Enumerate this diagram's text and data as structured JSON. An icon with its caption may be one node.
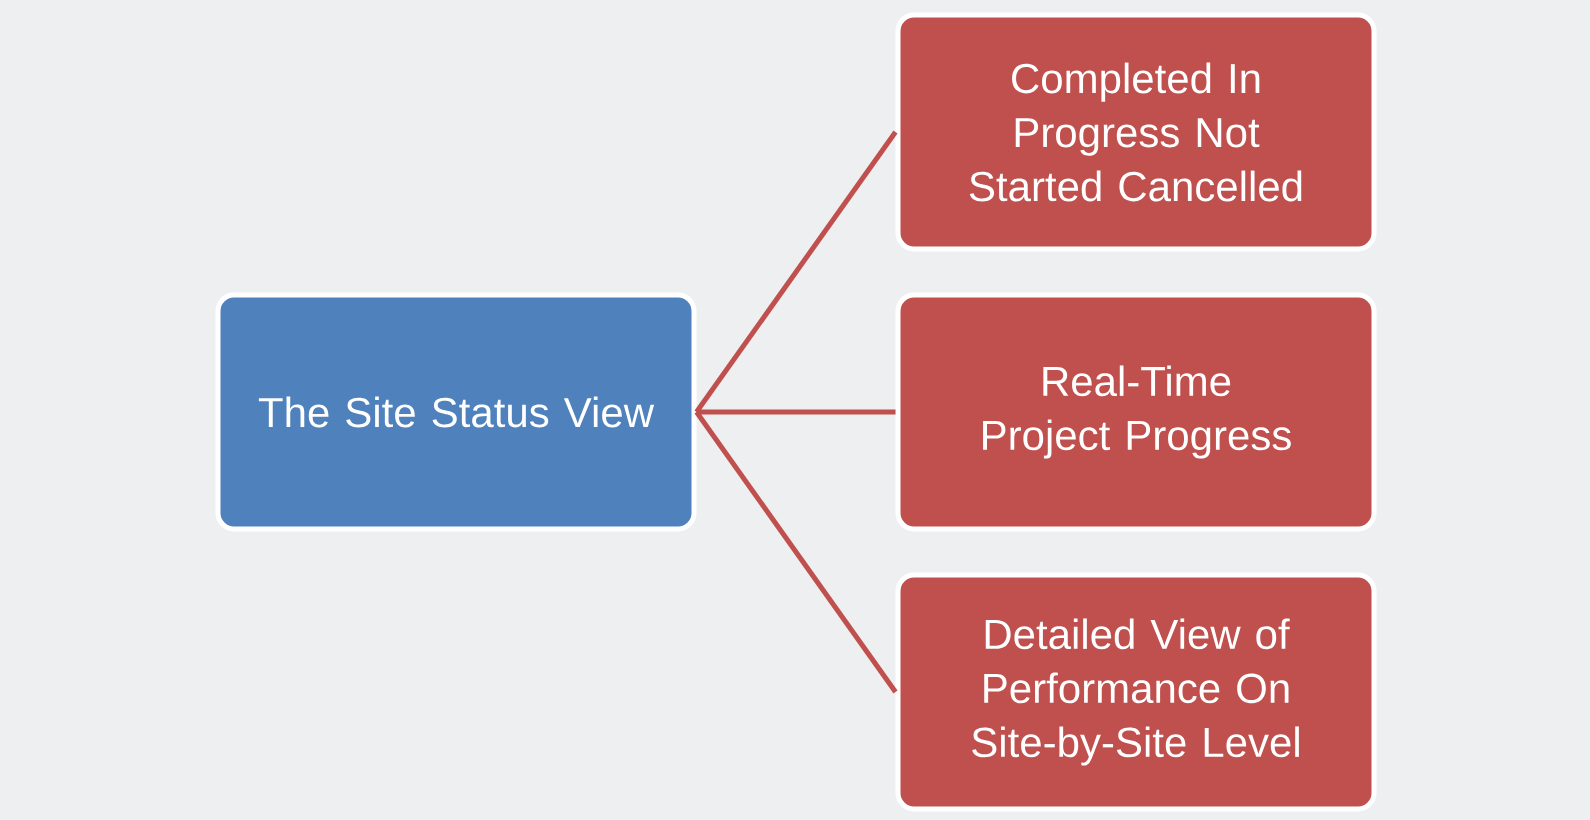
{
  "diagram": {
    "nodes": [
      {
        "text": [
          "The Site Status View"
        ]
      },
      {
        "text": [
          "Completed In Progress Not Started Cancelled"
        ]
      },
      {
        "text": [
          "Real-Time Project Progress"
        ]
      },
      {
        "text": [
          "Detailed View of Performance On Site-by-Site Level"
        ]
      }
    ],
    "edges": [
      {
        "from": 0,
        "to": 1,
        "arrow": "none"
      },
      {
        "from": 0,
        "to": 2,
        "arrow": "none"
      },
      {
        "from": 0,
        "to": 3,
        "arrow": "none"
      }
    ]
  }
}
